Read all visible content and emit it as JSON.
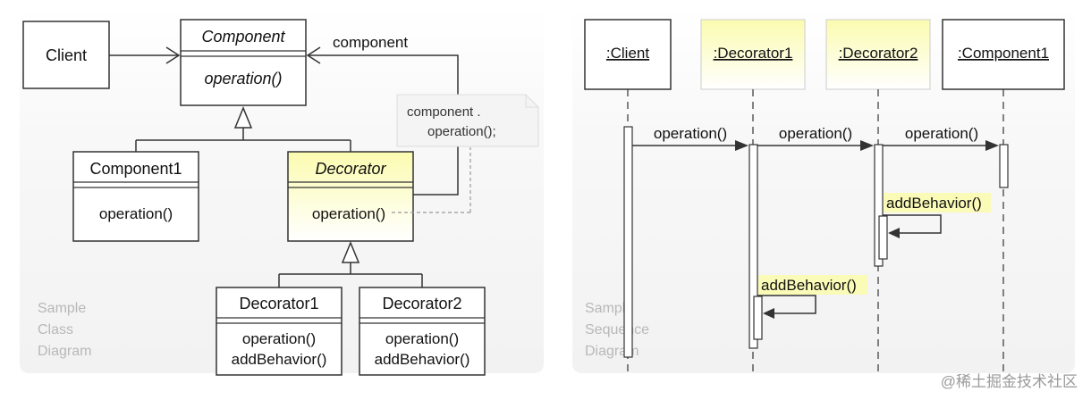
{
  "class_diagram": {
    "client": "Client",
    "component": {
      "name": "Component",
      "method": "operation()"
    },
    "component_role": "component",
    "component1": {
      "name": "Component1",
      "method": "operation()"
    },
    "decorator": {
      "name": "Decorator",
      "method": "operation()"
    },
    "note": {
      "line1": "component .",
      "line2": "operation();"
    },
    "decorator1": {
      "name": "Decorator1",
      "method1": "operation()",
      "method2": "addBehavior()"
    },
    "decorator2": {
      "name": "Decorator2",
      "method1": "operation()",
      "method2": "addBehavior()"
    },
    "caption": [
      "Sample",
      "Class",
      "Diagram"
    ]
  },
  "sequence_diagram": {
    "lifelines": [
      ":Client",
      ":Decorator1",
      ":Decorator2",
      ":Component1"
    ],
    "messages": [
      "operation()",
      "operation()",
      "operation()"
    ],
    "self_calls": [
      "addBehavior()",
      "addBehavior()"
    ],
    "caption": [
      "Sample",
      "Sequence",
      "Diagram"
    ]
  },
  "watermark": "@稀土掘金技术社区",
  "colors": {
    "highlight": "#fdfdcc",
    "panel": "#f6f6f6",
    "line": "#333333"
  }
}
